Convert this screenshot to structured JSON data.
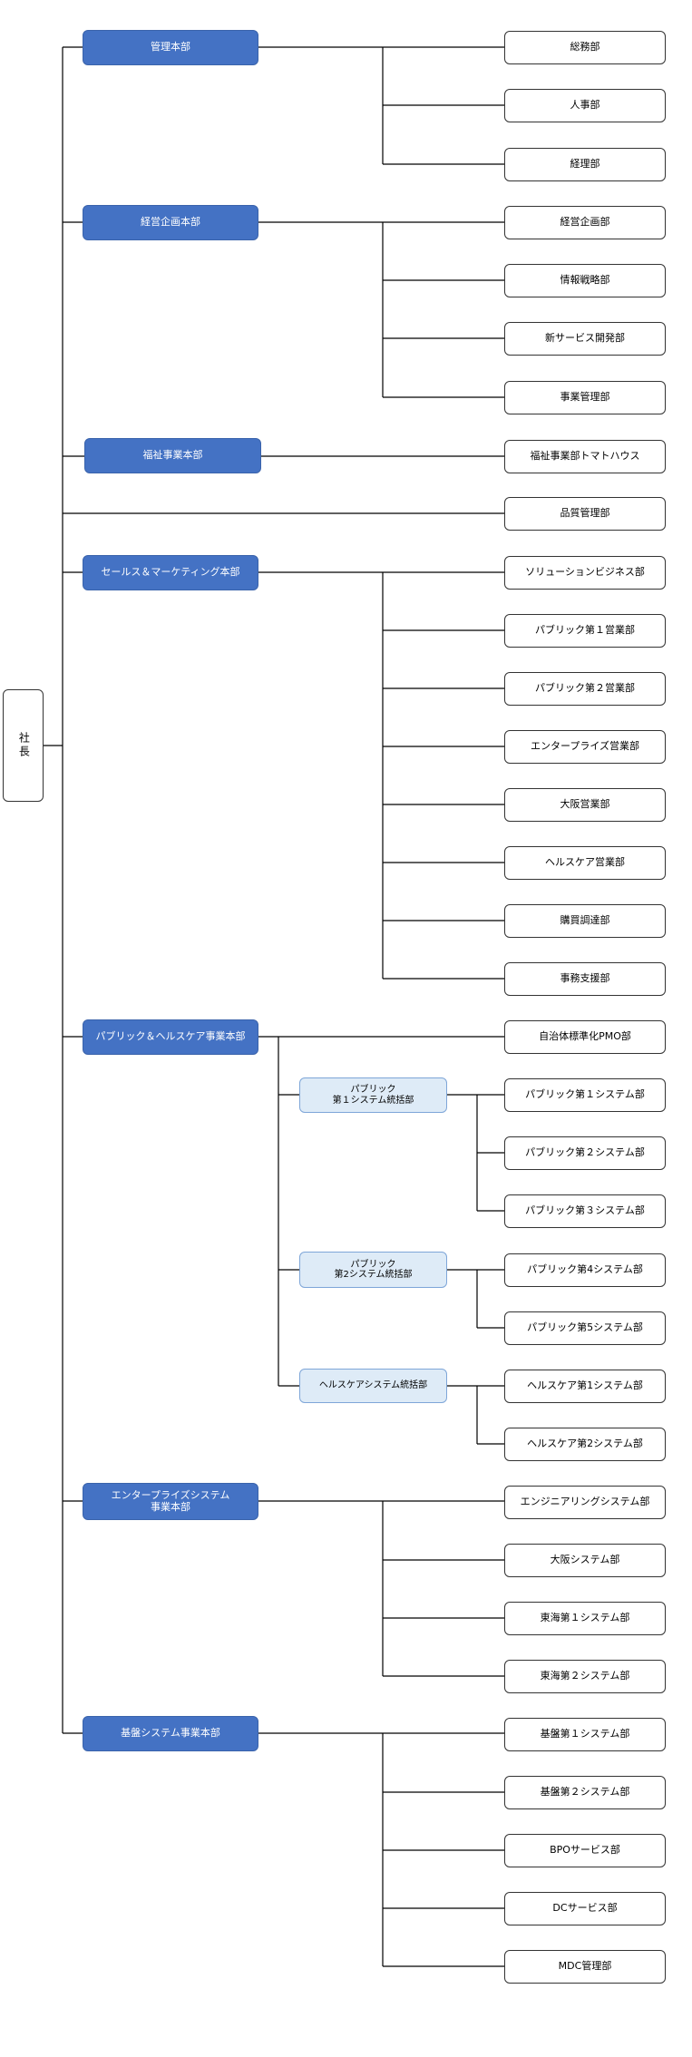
{
  "president": "社長",
  "divisions": [
    {
      "id": "kanri",
      "label": "管理本部"
    },
    {
      "id": "keiei",
      "label": "経営企画本部"
    },
    {
      "id": "fukushi",
      "label": "福祉事業本部"
    },
    {
      "id": "sales",
      "label": "セールス＆マーケティング本部"
    },
    {
      "id": "public",
      "label": "パブリック＆ヘルスケア事業本部"
    },
    {
      "id": "enterprise",
      "label": "エンタープライズシステム\n事業本部"
    },
    {
      "id": "kiban",
      "label": "基盤システム事業本部"
    }
  ],
  "groups": [
    {
      "id": "pub1",
      "label": "パブリック\n第１システム統括部"
    },
    {
      "id": "pub2",
      "label": "パブリック\n第2システム統括部"
    },
    {
      "id": "health",
      "label": "ヘルスケアシステム統括部"
    }
  ],
  "departments": [
    {
      "id": "d1",
      "label": "総務部"
    },
    {
      "id": "d2",
      "label": "人事部"
    },
    {
      "id": "d3",
      "label": "経理部"
    },
    {
      "id": "d4",
      "label": "経営企画部"
    },
    {
      "id": "d5",
      "label": "情報戦略部"
    },
    {
      "id": "d6",
      "label": "新サービス開発部"
    },
    {
      "id": "d7",
      "label": "事業管理部"
    },
    {
      "id": "d8",
      "label": "福祉事業部トマトハウス"
    },
    {
      "id": "d9",
      "label": "品質管理部"
    },
    {
      "id": "d10",
      "label": "ソリューションビジネス部"
    },
    {
      "id": "d11",
      "label": "パブリック第１営業部"
    },
    {
      "id": "d12",
      "label": "パブリック第２営業部"
    },
    {
      "id": "d13",
      "label": "エンタープライズ営業部"
    },
    {
      "id": "d14",
      "label": "大阪営業部"
    },
    {
      "id": "d15",
      "label": "ヘルスケア営業部"
    },
    {
      "id": "d16",
      "label": "購買調達部"
    },
    {
      "id": "d17",
      "label": "事務支援部"
    },
    {
      "id": "d18",
      "label": "自治体標準化PMO部"
    },
    {
      "id": "d19",
      "label": "パブリック第１システム部"
    },
    {
      "id": "d20",
      "label": "パブリック第２システム部"
    },
    {
      "id": "d21",
      "label": "パブリック第３システム部"
    },
    {
      "id": "d22",
      "label": "パブリック第4システム部"
    },
    {
      "id": "d23",
      "label": "パブリック第5システム部"
    },
    {
      "id": "d24",
      "label": "ヘルスケア第1システム部"
    },
    {
      "id": "d25",
      "label": "ヘルスケア第2システム部"
    },
    {
      "id": "d26",
      "label": "エンジニアリングシステム部"
    },
    {
      "id": "d27",
      "label": "大阪システム部"
    },
    {
      "id": "d28",
      "label": "東海第１システム部"
    },
    {
      "id": "d29",
      "label": "東海第２システム部"
    },
    {
      "id": "d30",
      "label": "基盤第１システム部"
    },
    {
      "id": "d31",
      "label": "基盤第２システム部"
    },
    {
      "id": "d32",
      "label": "BPOサービス部"
    },
    {
      "id": "d33",
      "label": "DCサービス部"
    },
    {
      "id": "d34",
      "label": "MDC管理部"
    }
  ]
}
